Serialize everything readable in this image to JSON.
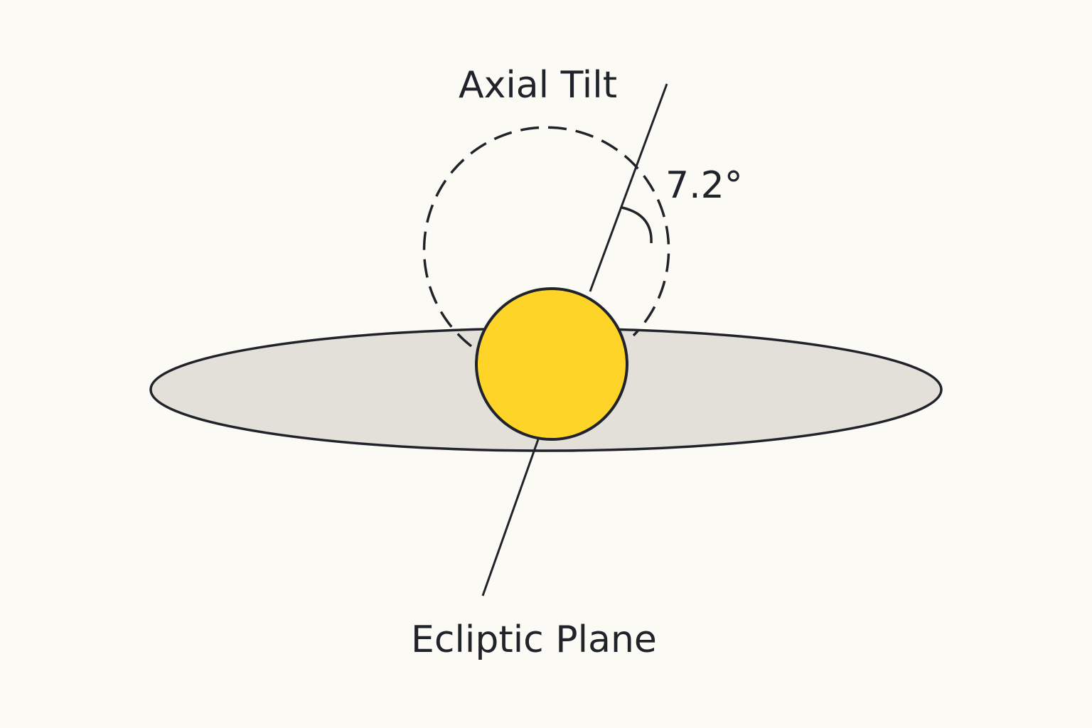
{
  "labels": {
    "axial_tilt": "Axial Tilt",
    "ecliptic_plane": "Ecliptic Plane",
    "angle": "7.2°"
  },
  "colors": {
    "background": "#fcfaf4",
    "ecliptic_fill": "#e3dfd9",
    "sun_fill": "#fed428",
    "stroke": "#20242a"
  },
  "icons": {
    "sun": "sun-disc",
    "tilt_reference": "dashed-circle",
    "angle_marker": "arc"
  }
}
